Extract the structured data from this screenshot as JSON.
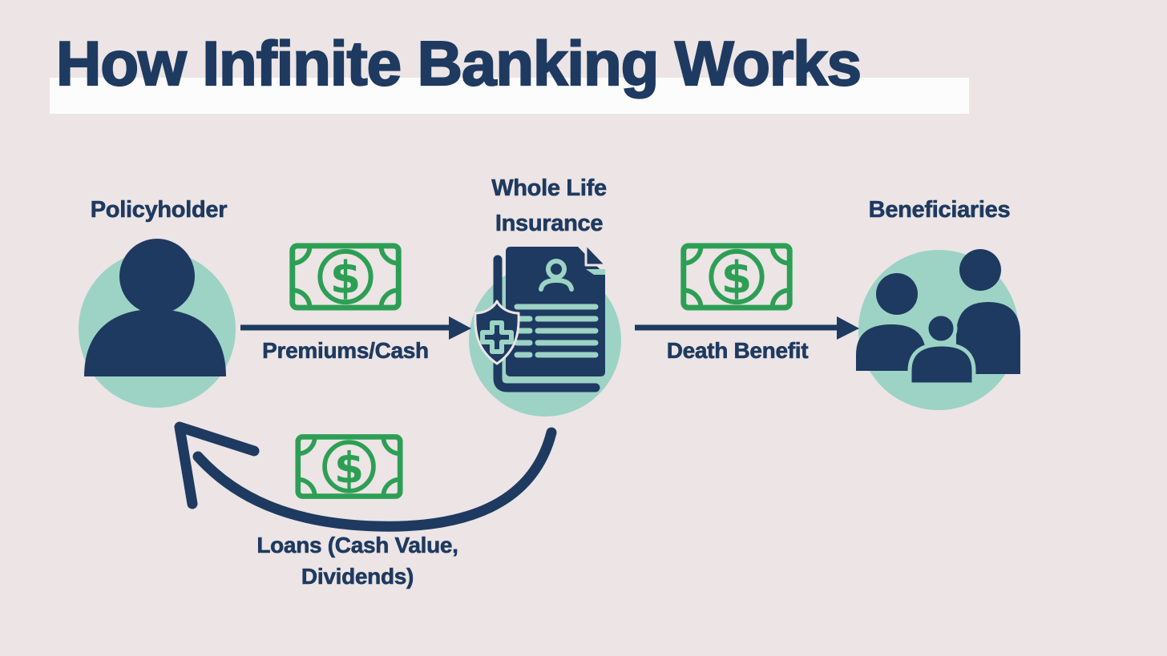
{
  "title": "How Infinite Banking Works",
  "nodes": [
    {
      "id": "policyholder",
      "label": "Policyholder",
      "icon": "person-icon"
    },
    {
      "id": "whole-life-insurance",
      "label": "Whole Life Insurance",
      "lines": [
        "Whole Life",
        "Insurance"
      ],
      "icon": "insurance-policy-document-icon"
    },
    {
      "id": "beneficiaries",
      "label": "Beneficiaries",
      "icon": "family-icon"
    }
  ],
  "flows": [
    {
      "id": "premiums",
      "from": "Policyholder",
      "to": "Whole Life Insurance",
      "label": "Premiums/Cash",
      "icon": "dollar-bill-icon",
      "arrow": "straight-right"
    },
    {
      "id": "death-benefit",
      "from": "Whole Life Insurance",
      "to": "Beneficiaries",
      "label": "Death Benefit",
      "icon": "dollar-bill-icon",
      "arrow": "straight-right"
    },
    {
      "id": "loans",
      "from": "Whole Life Insurance",
      "to": "Policyholder",
      "label": "Loans (Cash Value, Dividends)",
      "lines": [
        "Loans (Cash Value,",
        "Dividends)"
      ],
      "icon": "dollar-bill-icon",
      "arrow": "curved-left"
    }
  ],
  "currency_symbol": "$",
  "colors": {
    "navy": "#1E3A60",
    "teal": "#9CD3C5",
    "green": "#2D9F55",
    "background": "#ECE4E5",
    "title_highlight": "#FDFCFC"
  }
}
